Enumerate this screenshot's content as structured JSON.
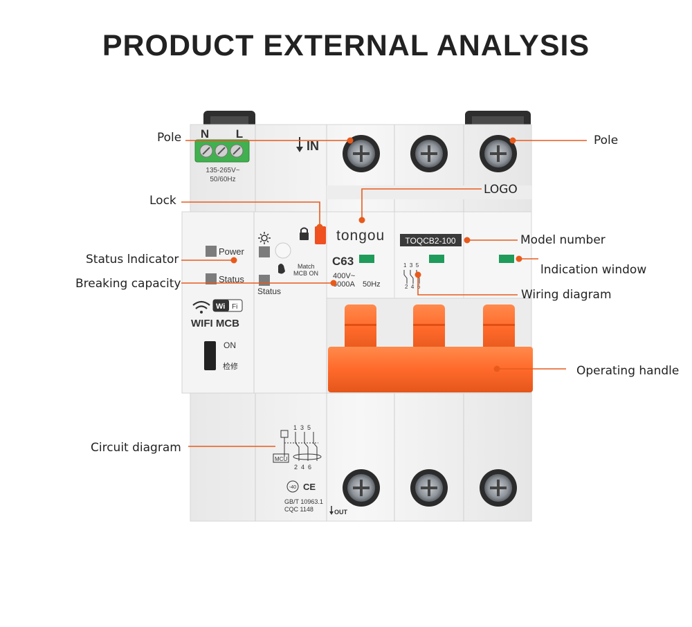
{
  "title": "PRODUCT EXTERNAL ANALYSIS",
  "colors": {
    "accent": "#e85a1c",
    "handle": "#ff6a2b",
    "indicator": "#1f9b5a",
    "body": "#f2f2f2"
  },
  "callouts": {
    "pole_left": "Pole",
    "pole_right": "Pole",
    "logo": "LOGO",
    "lock": "Lock",
    "model_number": "Model number",
    "status_indicator": "Status lndicator",
    "indication_window": "lndication window",
    "breaking_capacity": "Breaking capacity",
    "wiring_diagram": "Wiring diagram",
    "operating_handle": "Operating handle",
    "circuit_diagram": "Circuit diagram"
  },
  "device": {
    "terminal_n": "N",
    "terminal_l": "L",
    "voltage": "135-265V~",
    "frequency": "50/60Hz",
    "in_label": "IN",
    "power_label": "Power",
    "status_label": "Status",
    "wifi_badge_wi": "Wi",
    "wifi_badge_fi": "Fi",
    "wifi_mcb": "WIFI MCB",
    "switch_on": "ON",
    "switch_service": "检修",
    "match_line1": "Match",
    "match_line2": "MCB ON",
    "status2_label": "Status",
    "brand": "tongou",
    "rating": "C63",
    "model": "TOQCB2-100",
    "voltage_rating": "400V~",
    "breaking": "6000A",
    "freq_rating": "50Hz",
    "wiring_top": "1  3  5",
    "wiring_bottom": "2  4  6",
    "circuit_top": "1  3  5",
    "circuit_bottom": "2  4  6",
    "mcu": "MCU",
    "ce": "CE",
    "temp": "-40",
    "standard": "GB/T 10963.1",
    "cqc": "CQC 1148",
    "out_label": "OUT"
  }
}
